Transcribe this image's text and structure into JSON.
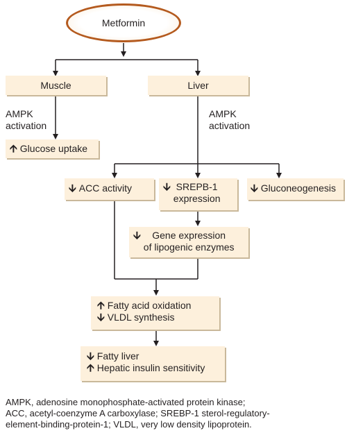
{
  "root": "Metformin",
  "muscle": "Muscle",
  "liver": "Liver",
  "ampk_muscle": [
    "AMPK",
    "activation"
  ],
  "ampk_liver": [
    "AMPK",
    "activation"
  ],
  "glucose_uptake": "Glucose uptake",
  "acc_activity": "ACC activity",
  "srebp": [
    "SREPB-1",
    "expression"
  ],
  "gluconeogenesis": "Gluconeogenesis",
  "gene_expression": [
    "Gene expression",
    "of lipogenic enzymes"
  ],
  "fatty_acid_oxidation": "Fatty acid oxidation",
  "vldl_synthesis": "VLDL synthesis",
  "fatty_liver": "Fatty liver",
  "insulin_sensitivity": "Hepatic insulin sensitivity",
  "arrows": {
    "up": "🡩",
    "down": "🡫"
  },
  "footer": [
    "AMPK, adenosine monophosphate-activated protein kinase;",
    "ACC, acetyl-coenzyme A carboxylase; SREBP-1  sterol-regulatory-",
    "element-binding-protein-1; VLDL, very low density lipoprotein."
  ],
  "colors": {
    "box_fill": "#fdf0dc",
    "oval_border": "#b45a1e",
    "line": "#231f20"
  }
}
